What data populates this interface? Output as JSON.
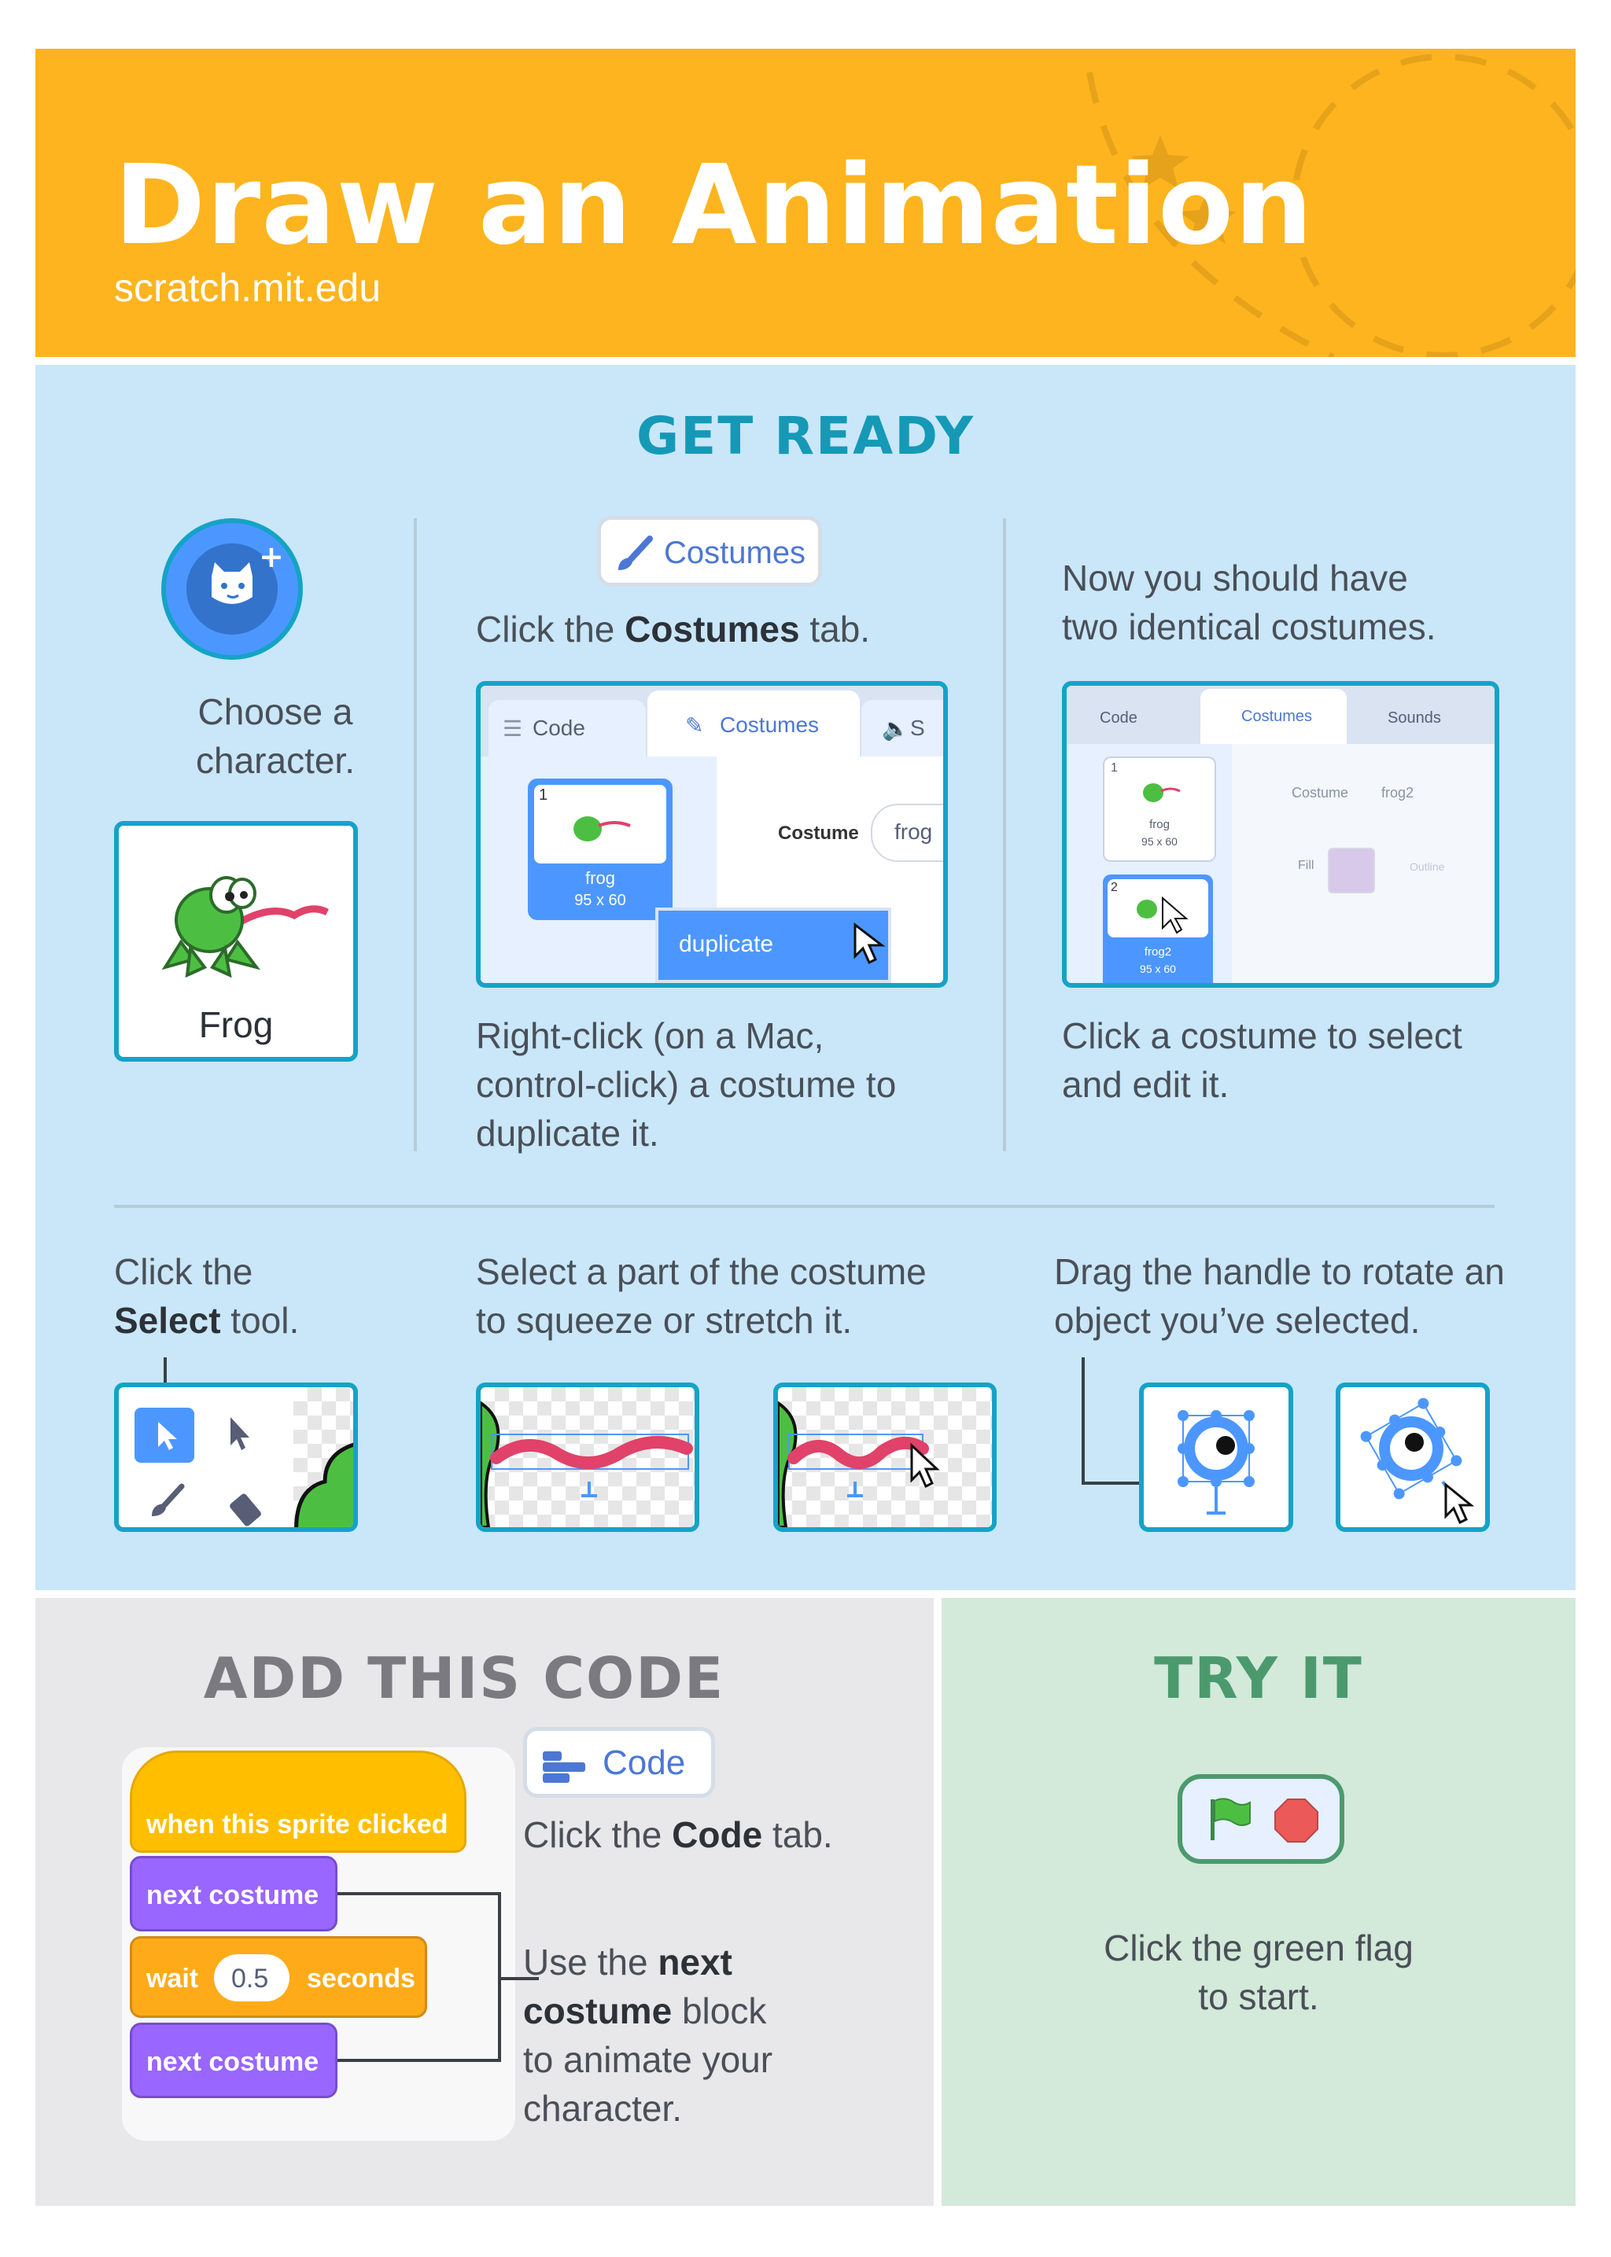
{
  "header": {
    "title": "Draw an Animation",
    "url": "scratch.mit.edu"
  },
  "get_ready": {
    "title": "GET READY",
    "step1": {
      "text1": "Choose a",
      "text2": "character.",
      "sprite_name": "Frog"
    },
    "step2": {
      "tab_label": "Costumes",
      "instruction_pre": "Click the ",
      "instruction_bold": "Costumes",
      "instruction_post": " tab.",
      "shot": {
        "tab_code": "Code",
        "tab_costumes": "Costumes",
        "tab_sounds": "S",
        "costume_num": "1",
        "costume_name": "frog",
        "costume_size": "95 x 60",
        "costume_label": "Costume",
        "costume_field": "frog",
        "menu_item": "duplicate"
      },
      "caption1": "Right-click (on a Mac,",
      "caption2": "control-click) a costume to",
      "caption3": "duplicate it."
    },
    "step3": {
      "text1": "Now you should have",
      "text2": "two identical costumes.",
      "shot": {
        "tab_code": "Code",
        "tab_costumes": "Costumes",
        "tab_sounds": "Sounds",
        "c1_num": "1",
        "c1_name": "frog",
        "c1_size": "95 x 60",
        "c2_num": "2",
        "c2_name": "frog2",
        "c2_size": "95 x 60",
        "costume_label": "Costume",
        "costume_field": "frog2",
        "fill_label": "Fill",
        "outline_label": "Outline"
      },
      "caption1": "Click a costume to select",
      "caption2": "and edit it."
    },
    "step4": {
      "text1": "Click the",
      "bold": "Select",
      "text2": " tool."
    },
    "step5": {
      "text1": "Select a part of the costume",
      "text2": "to squeeze or stretch it."
    },
    "step6": {
      "text1": "Drag the handle to rotate an",
      "text2": "object you’ve selected."
    }
  },
  "add_code": {
    "title": "ADD THIS CODE",
    "blocks": {
      "hat": "when this sprite clicked",
      "next1": "next costume",
      "wait": "wait",
      "wait_value": "0.5",
      "seconds": "seconds",
      "next2": "next costume"
    },
    "tab_label": "Code",
    "instruction_pre": "Click the ",
    "instruction_bold": "Code",
    "instruction_post": " tab.",
    "use1": "Use the ",
    "use_bold1": "next",
    "use_bold2": "costume",
    "use2": " block",
    "use3": "to animate your",
    "use4": "character."
  },
  "try_it": {
    "title": "TRY IT",
    "text1": "Click the green flag",
    "text2": "to start."
  },
  "colors": {
    "header_bg": "#fdb41e",
    "get_ready_bg": "#c9e7f9",
    "add_code_bg": "#e8e7e9",
    "try_it_bg": "#d3e9d9",
    "accent_teal": "#14a3c7",
    "events_block": "#ffbf00",
    "looks_block": "#9966ff",
    "control_block": "#ffab19"
  }
}
